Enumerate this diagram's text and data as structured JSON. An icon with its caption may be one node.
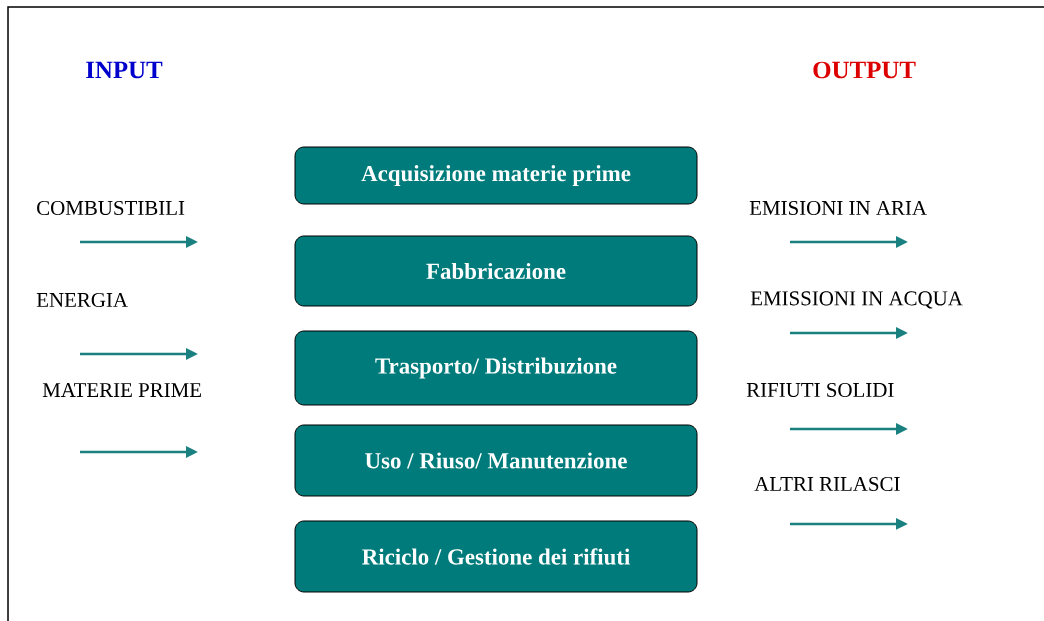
{
  "diagram": {
    "nodes": [
      {
        "text": [
          "Acquisizione materie prime"
        ]
      },
      {
        "text": [
          "Fabbricazione"
        ]
      },
      {
        "text": [
          "Trasporto/ Distribuzione"
        ]
      },
      {
        "text": [
          "Uso / Riuso/ Manutenzione"
        ]
      },
      {
        "text": [
          "Riciclo / Gestione dei rifiuti"
        ]
      }
    ],
    "labels": [
      "INPUT",
      "OUTPUT",
      "COMBUSTIBILI",
      "EMISIONI IN ARIA",
      "ENERGIA",
      "EMISSIONI IN ACQUA",
      "MATERIE PRIME",
      "RIFIUTI SOLIDI",
      "ALTRI RILASCI"
    ]
  }
}
